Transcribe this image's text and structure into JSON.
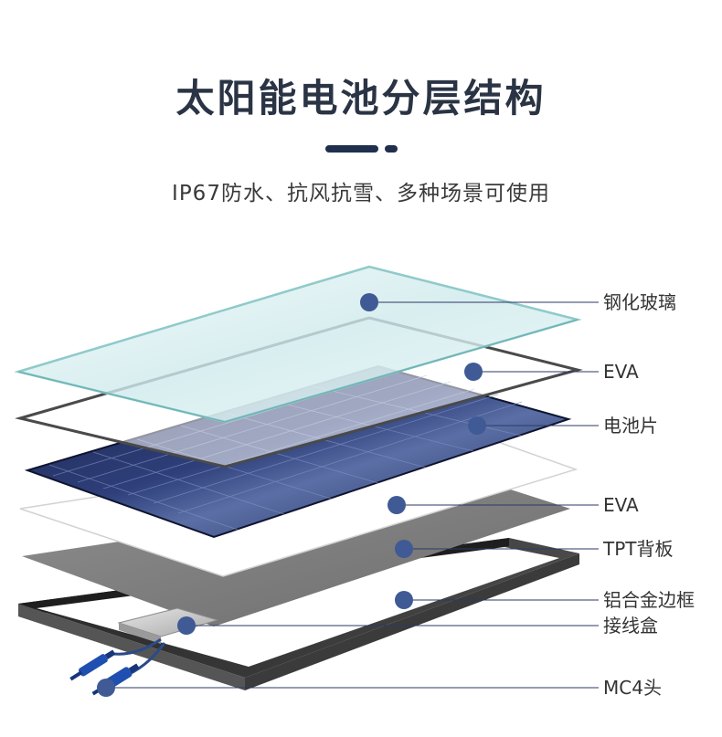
{
  "title": "太阳能电池分层结构",
  "subtitle": "IP67防水、抗风抗雪、多种场景可使用",
  "colors": {
    "title": "#2a3444",
    "accent": "#1f2f4d",
    "marker": "#3f5a94",
    "line": "#2b3a66"
  },
  "layers": [
    {
      "key": "glass",
      "label": "钢化玻璃"
    },
    {
      "key": "eva_top",
      "label": "EVA"
    },
    {
      "key": "cells",
      "label": "电池片"
    },
    {
      "key": "eva_bottom",
      "label": "EVA"
    },
    {
      "key": "backsheet",
      "label": "TPT背板"
    },
    {
      "key": "frame",
      "label": "铝合金边框"
    },
    {
      "key": "junction_box",
      "label": "接线盒"
    },
    {
      "key": "connector",
      "label": "MC4头"
    }
  ]
}
